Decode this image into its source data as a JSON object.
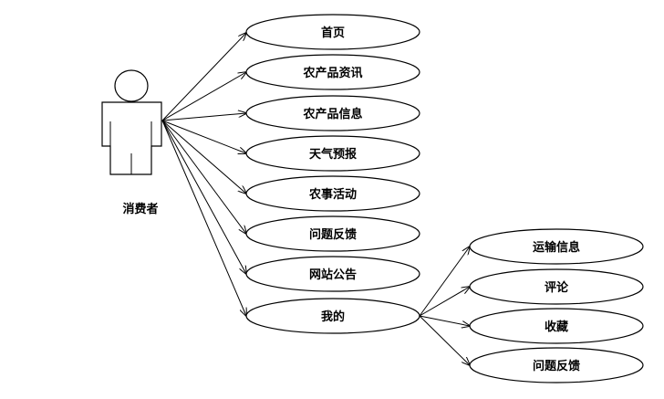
{
  "actor": {
    "label": "消费者"
  },
  "use_cases": [
    {
      "id": "home",
      "label": "首页"
    },
    {
      "id": "agri-news",
      "label": "农产品资讯"
    },
    {
      "id": "agri-info",
      "label": "农产品信息"
    },
    {
      "id": "weather",
      "label": "天气预报"
    },
    {
      "id": "farm-activity",
      "label": "农事活动"
    },
    {
      "id": "feedback",
      "label": "问题反馈"
    },
    {
      "id": "announcement",
      "label": "网站公告"
    },
    {
      "id": "mine",
      "label": "我的"
    }
  ],
  "sub_use_cases": [
    {
      "id": "shipping",
      "label": "运输信息"
    },
    {
      "id": "comment",
      "label": "评论"
    },
    {
      "id": "favorites",
      "label": "收藏"
    },
    {
      "id": "sub-feedback",
      "label": "问题反馈"
    }
  ]
}
